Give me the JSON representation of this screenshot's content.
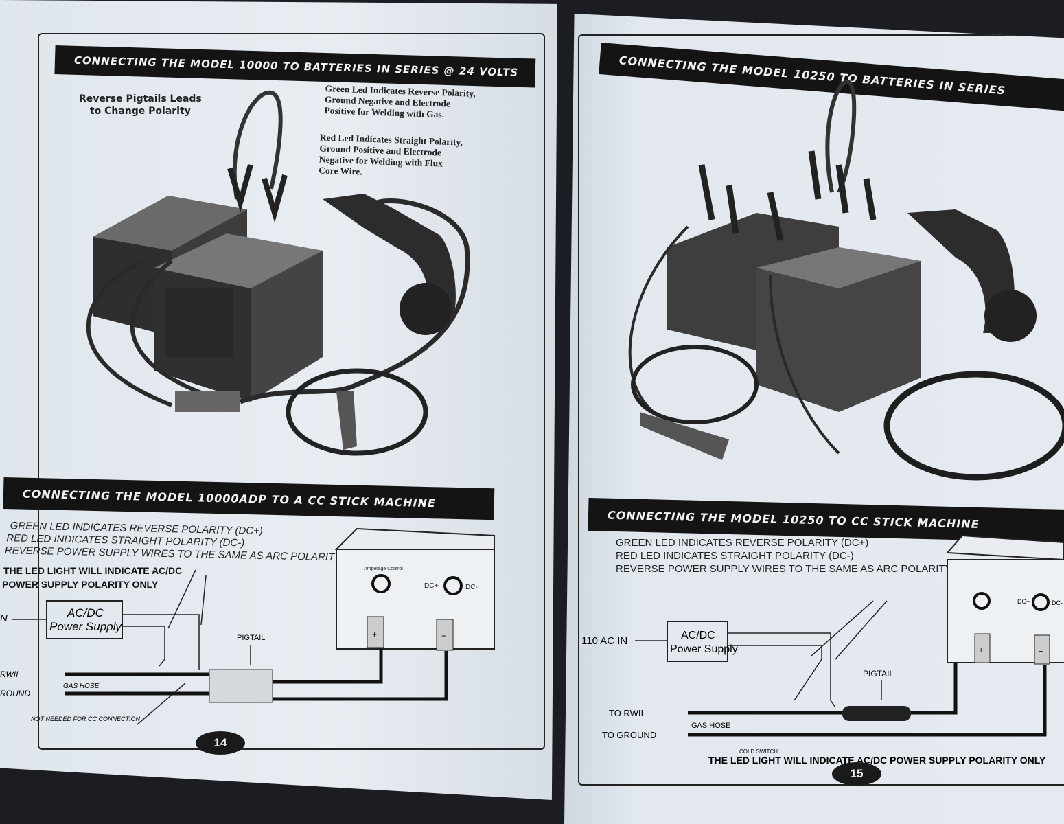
{
  "left_page": {
    "header_top": "CONNECTING THE MODEL 10000 TO BATTERIES IN SERIES @ 24 VOLTS",
    "pigtail_note": [
      "Reverse Pigtails Leads",
      "to Change Polarity"
    ],
    "green_led_note": [
      "Green Led Indicates Reverse Polarity,",
      "Ground Negative and Electrode",
      "Positive for Welding with Gas."
    ],
    "red_led_note": [
      "Red Led Indicates Straight Polarity,",
      "Ground Positive and Electrode",
      "Negative for Welding with Flux",
      "Core Wire."
    ],
    "header_bottom": "CONNECTING THE MODEL 10000ADP TO A CC STICK MACHINE",
    "diagram": {
      "notes": [
        "GREEN LED INDICATES REVERSE POLARITY (DC+)",
        "RED LED INDICATES STRAIGHT POLARITY (DC-)",
        "REVERSE POWER SUPPLY WIRES TO THE SAME AS ARC POLARITY"
      ],
      "led_note": [
        "THE LED LIGHT WILL INDICATE AC/DC",
        "POWER SUPPLY POLARITY ONLY"
      ],
      "input_label": "N",
      "power_supply": [
        "AC/DC",
        "Power Supply"
      ],
      "pigtail": "PIGTAIL",
      "to_rwii": "RWII",
      "to_ground": "ROUND",
      "gas_hose": "GAS HOSE",
      "not_needed": "NOT NEEDED FOR CC CONNECTION",
      "amperage_control": "Amperage Control",
      "dc_plus": "DC+",
      "dc_minus": "DC-",
      "plus": "+",
      "minus": "−"
    },
    "page_number": "14"
  },
  "right_page": {
    "header_top": "CONNECTING THE MODEL 10250 TO BATTERIES IN SERIES",
    "header_bottom": "CONNECTING THE MODEL 10250 TO CC STICK MACHINE",
    "diagram": {
      "notes": [
        "GREEN LED INDICATES REVERSE POLARITY (DC+)",
        "RED LED INDICATES STRAIGHT POLARITY (DC-)",
        "REVERSE POWER SUPPLY WIRES TO THE SAME AS ARC POLARITY"
      ],
      "input_label": "110 AC IN",
      "power_supply": [
        "AC/DC",
        "Power Supply"
      ],
      "pigtail": "PIGTAIL",
      "to_rwii": "TO RWII",
      "to_ground": "TO GROUND",
      "gas_hose": "GAS HOSE",
      "cold_switch": "COLD SWITCH",
      "led_note": "THE LED LIGHT WILL INDICATE AC/DC POWER SUPPLY POLARITY ONLY",
      "dc_plus": "DC+",
      "dc_minus": "DC-",
      "plus": "+",
      "minus": "−"
    },
    "page_number": "15"
  }
}
